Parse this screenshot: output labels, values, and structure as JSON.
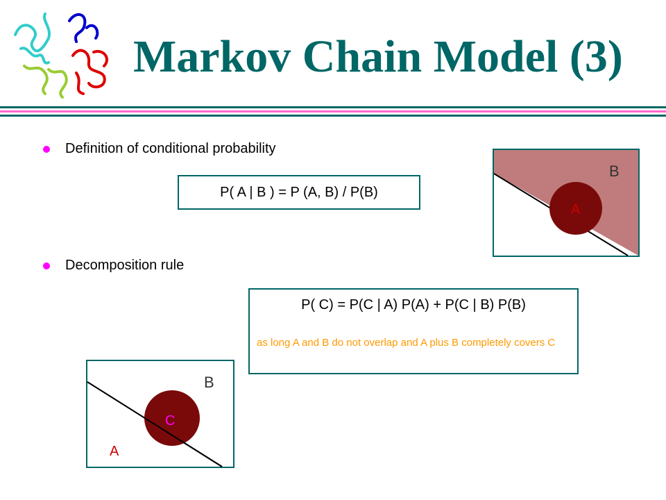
{
  "slide": {
    "title": "Markov Chain Model (3)",
    "bullets": [
      {
        "text": "Definition of conditional probability"
      },
      {
        "text": "Decomposition rule"
      }
    ],
    "formula1": "P( A | B ) = P (A, B) / P(B)",
    "formula2": "P( C) = P(C | A) P(A) + P(C | B) P(B)",
    "formula2_note": "as long A and B do not overlap and A plus B completely covers C",
    "diagram_top": {
      "label_b": "B",
      "label_a": "A"
    },
    "diagram_bottom": {
      "label_b": "B",
      "label_c": "C",
      "label_a": "A"
    }
  },
  "colors": {
    "title": "#006666",
    "bullet": "#ff00ff",
    "note": "#ff9900",
    "region_fill": "#c07c7c",
    "circle_fill": "#7a0a0a"
  },
  "icons": {
    "logo": "protein-structure-icon"
  }
}
